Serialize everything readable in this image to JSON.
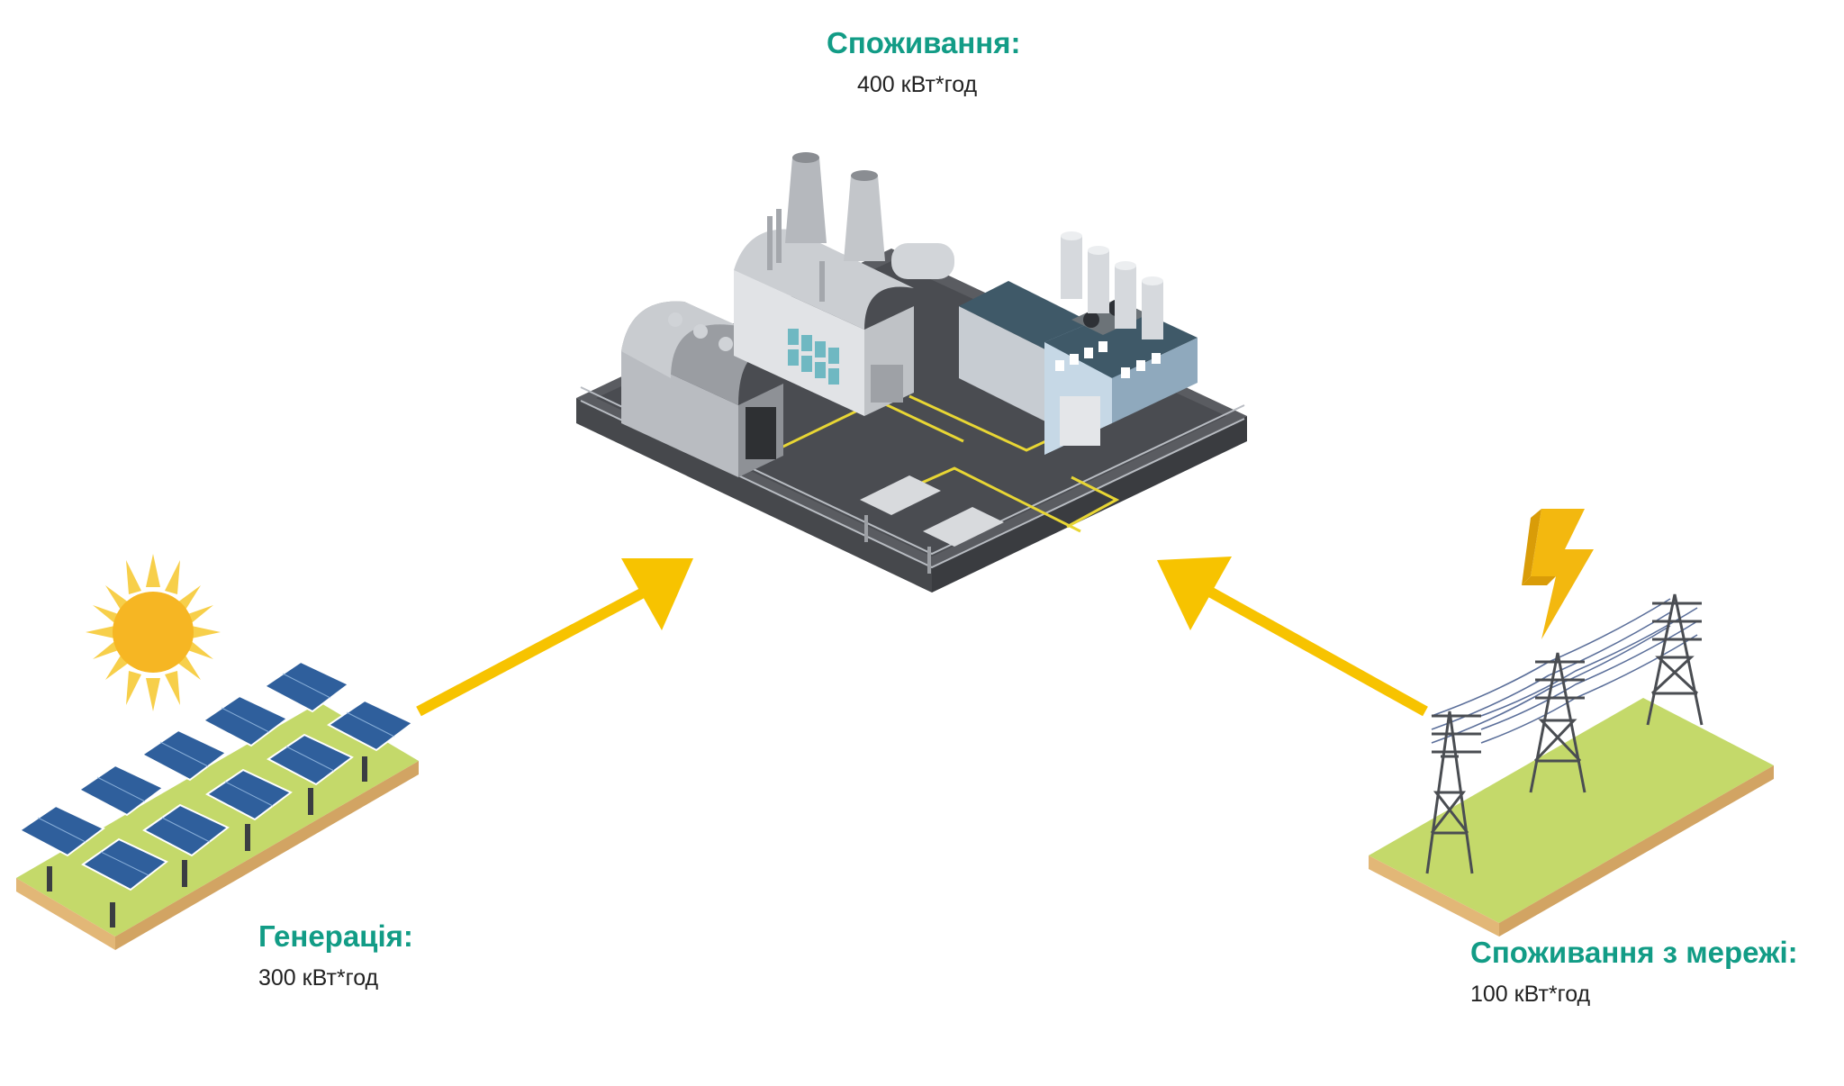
{
  "consumption": {
    "title": "Споживання:",
    "value": "400 кВт*год"
  },
  "generation": {
    "title": "Генерація:",
    "value": "300 кВт*год"
  },
  "grid": {
    "title": "Споживання з мережі:",
    "value": "100 кВт*год"
  },
  "colors": {
    "accent_text": "#129c86",
    "arrow": "#f7c300",
    "ground": "#c4d96a",
    "ground_edge": "#e2b777",
    "panel": "#2f5f9c",
    "sun": "#f6b623",
    "bolt": "#f3b80f"
  },
  "icons": [
    "factory-icon",
    "solar-farm-icon",
    "sun-icon",
    "power-line-icon",
    "lightning-bolt-icon",
    "arrow-right-up-icon",
    "arrow-left-up-icon"
  ]
}
